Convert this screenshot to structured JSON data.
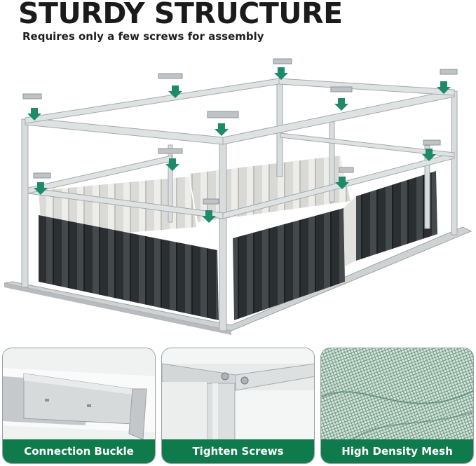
{
  "headline": "STURDY STRUCTURE",
  "subheadline": "Requires only a few screws for assembly",
  "colors": {
    "caption_bg": "#0f7a4c",
    "arrow": "#1e8a6a",
    "panel_dark": "#2e3234",
    "frame": "#c9cccd"
  },
  "features": [
    {
      "label": "Connection Buckle",
      "icon": "connection-buckle-photo"
    },
    {
      "label": "Tighten Screws",
      "icon": "tighten-screws-photo"
    },
    {
      "label": "High Density Mesh",
      "icon": "mesh-net-photo"
    }
  ]
}
